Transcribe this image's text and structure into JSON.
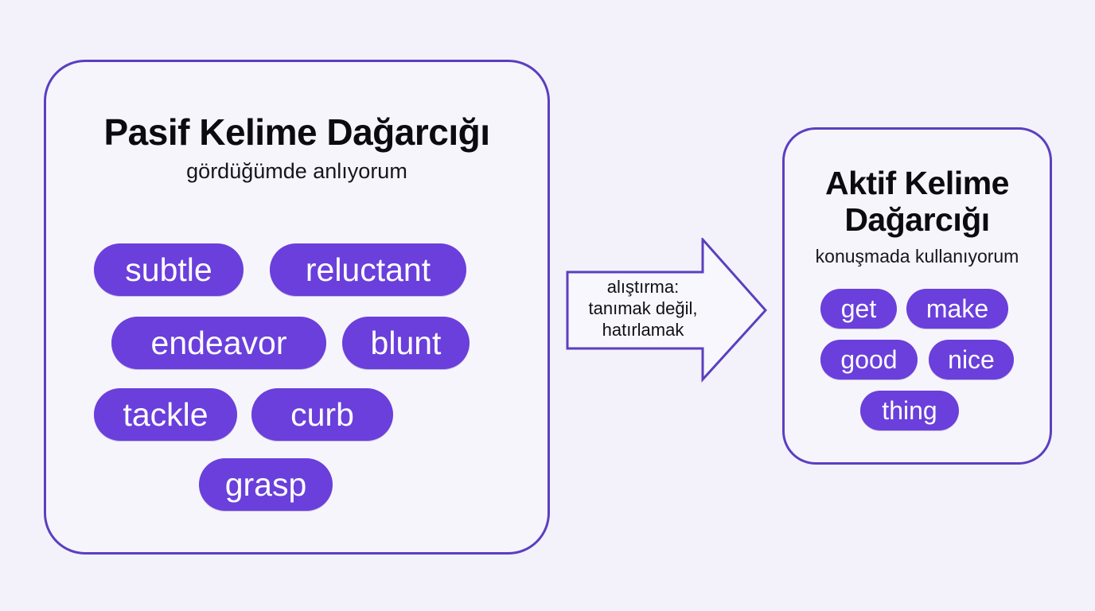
{
  "passive": {
    "title": "Pasif Kelime Dağarcığı",
    "subtitle": "gördüğümde anlıyorum",
    "words": [
      "subtle",
      "reluctant",
      "endeavor",
      "blunt",
      "tackle",
      "curb",
      "grasp"
    ]
  },
  "active": {
    "title_line1": "Aktif Kelime",
    "title_line2": "Dağarcığı",
    "subtitle": "konuşmada kullanıyorum",
    "words": [
      "get",
      "make",
      "good",
      "nice",
      "thing"
    ]
  },
  "arrow": {
    "line1": "alıştırma:",
    "line2": "tanımak değil,",
    "line3": "hatırlamak"
  },
  "colors": {
    "accent": "#6a3fdb",
    "border": "#5b3fc0",
    "background": "#f3f2fa"
  }
}
